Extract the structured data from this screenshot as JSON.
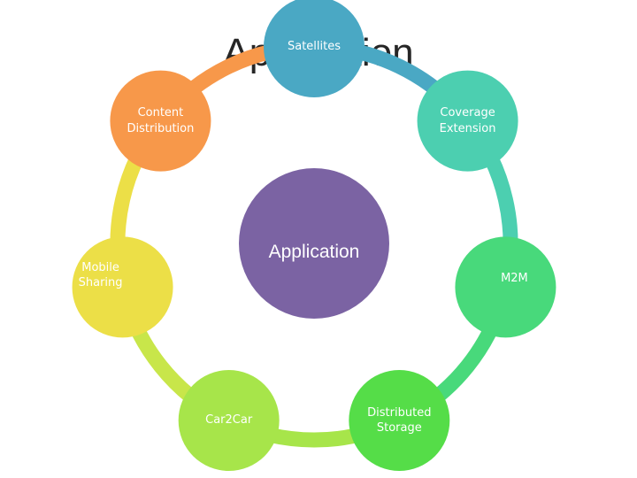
{
  "slide": {
    "title": "Application"
  },
  "diagram": {
    "center": {
      "label": "Application",
      "color": "#7b63a3"
    },
    "nodes": [
      {
        "label": "Satellites",
        "color": "#4aa8c4"
      },
      {
        "label": "Coverage\nExtension",
        "color": "#4ccfb0"
      },
      {
        "label": "M2M",
        "color": "#48d97b"
      },
      {
        "label": "Distributed\nStorage",
        "color": "#55dd48"
      },
      {
        "label": "Car2Car",
        "color": "#a7e54a"
      },
      {
        "label": "Mobile\nSharing",
        "color": "#ecdf47"
      },
      {
        "label": "Content\nDistribution",
        "color": "#f7984a"
      }
    ],
    "ring_segments": [
      {
        "color": "#4aa8c4"
      },
      {
        "color": "#4ccfb0"
      },
      {
        "color": "#48d97b"
      },
      {
        "color": "#a7e54a"
      },
      {
        "color": "#c8e64a"
      },
      {
        "color": "#ecdf47"
      },
      {
        "color": "#f7984a"
      }
    ]
  }
}
